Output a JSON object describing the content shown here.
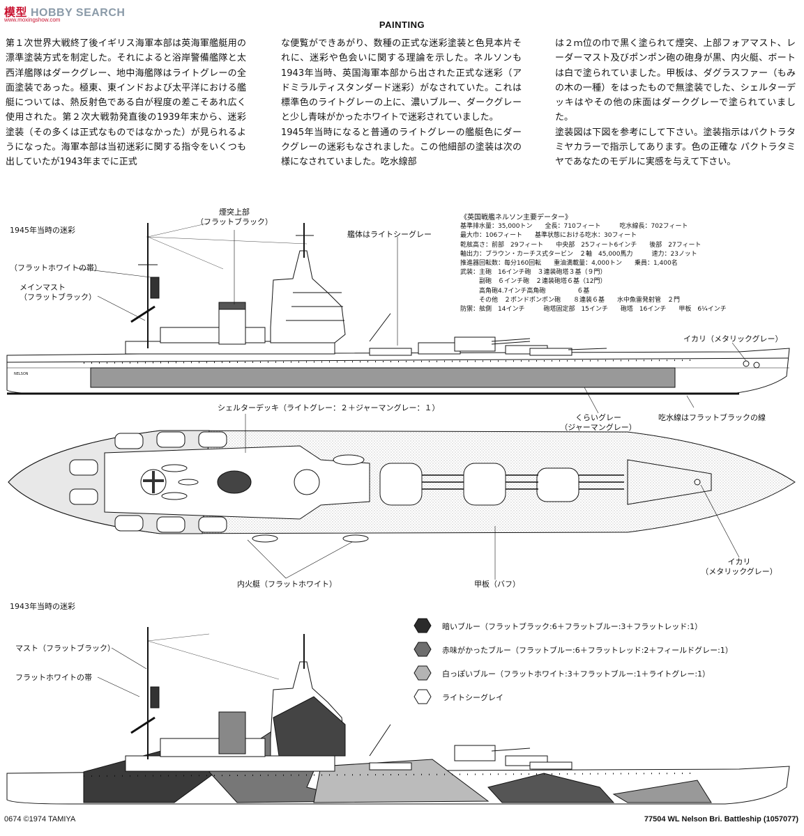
{
  "brand": {
    "cn": "模型",
    "en": "HOBBY SEARCH",
    "url": "www.moxingshow.com"
  },
  "header": {
    "title": "PAINTING"
  },
  "text_columns": [
    [
      "第１次世界大戦終了後イギリス海軍本部は英海軍艦艇用の漂準塗装方式を制定した。それによると浴岸警備艦隊と太西洋艦隊はダークグレー、地中海艦隊はライトグレーの全面塗装であった。極東、東インドおよび太平洋における艦艇については、熱反射色である白が程度の差こそあれ広く使用された。第２次大戦勃発直後の1939年末から、迷彩塗装（その多くは正式なものではなかった）が見られるようになった。海軍本部は当初迷彩に関する指令をいくつも出していたが1943年までに正式"
    ],
    [
      "な便覧ができあがり、数種の正式な迷彩塗装と色見本片それに、迷彩や色会いに関する理論を示した。ネルソンも1943年当時、英国海軍本部から出された正式な迷彩（アドミラルティスタンダード迷彩）がなされていた。これは標準色のライトグレーの上に、濃いブルー、ダークグレーと少し青味がかったホワイトで迷彩されていました。",
      "1945年当時になると普通のライトグレーの艦艇色にダークグレーの迷彩もなされました。この他細部の塗装は次の様になされていました。吃水線部"
    ],
    [
      "は２ｍ位の巾で黒く塗られて煙突、上部フォアマスト、レーダーマスト及びポンポン砲の砲身が黒、内火艇、ボートは白で塗られていました。甲板は、ダグラスファー（もみの木の一種）をはったもので無塗装でした、シェルターデッキはやその他の床面はダークグレーで塗られていました。",
      "塗装図は下図を参考にして下さい。塗装指示はパクトラタミヤカラーで指示してあります。色の正確な パクトラタミヤであなたのモデルに実感を与えて下さい。"
    ]
  ],
  "labels_1945": {
    "section": "1945年当時の迷彩",
    "funnel_1": "煙突上部",
    "funnel_2": "（フラットブラック）",
    "hull": "艦体はライトシーグレー",
    "white_band": "（フラットホワイトの帯）",
    "mainmast_1": "メインマスト",
    "mainmast_2": "（フラットブラック）",
    "anchor": "イカリ（メタリックグレー）",
    "dark_grey_1": "くらいグレー",
    "dark_grey_2": "（ジャーマングレー）",
    "waterline": "吃水線はフラットブラックの線"
  },
  "labels_plan": {
    "shelter_deck": "シェルターデッキ（ライトグレー：２＋ジャーマングレー：１）",
    "launch": "内火艇（フラットホワイト）",
    "deck": "甲板（バフ）",
    "anchor_1": "イカリ",
    "anchor_2": "（メタリックグレー）"
  },
  "specs": {
    "title": "《英国戦艦ネルソン主要データー》",
    "rows": [
      "基準排水量：35,000トン　　全長：710フィート　　　吃水線長：702フィート",
      "最大巾：106フィート　　基準状態における吃水：30フィート",
      "乾舷高さ：前部　29フィート　　中央部　25フィート6インチ　　後部　27フィート",
      "軸出力：ブラウン・カーチス式タービン　２軸　45,000馬力　　　速力：23ノット",
      "推進器回転数：毎分160回転　　重油満載量：4,000トン　　乗員：1,400名",
      "武装：主砲　16インチ砲　３連装砲塔３基（９門）",
      "　　　副砲　６インチ砲　２連装砲塔６基（12門）",
      "　　　高角砲4.7インチ高角砲　　　　　６基",
      "　　　その他　２ポンドポンポン砲　　８連装６基　　水中魚雷発射管　２門",
      "防禦：舷側　14インチ　　　砲塔固定部　15インチ　　砲塔　16インチ　　甲板　6¼インチ"
    ]
  },
  "labels_1943": {
    "section": "1943年当時の迷彩",
    "mast": "マスト（フラットブラック）",
    "white_band": "フラットホワイトの帯"
  },
  "legend": [
    {
      "label": "暗いブルー（フラットブラック:6＋フラットブルー:3＋フラットレッド:1）",
      "color": "#2b2b2b"
    },
    {
      "label": "赤味がかったブルー（フラットブルー:6＋フラットレッド:2＋フィールドグレー:1）",
      "color": "#6e6e6e"
    },
    {
      "label": "白っぽいブルー（フラットホワイト:3＋フラットブルー:1＋ライトグレー:1）",
      "color": "#b4b4b4"
    },
    {
      "label": "ライトシーグレイ",
      "color": "#ffffff"
    }
  ],
  "footer": {
    "left": "0674 ©1974 TAMIYA",
    "right": "77504  WL Nelson Bri. Battleship (1057077)"
  },
  "ship_stern_label": "NELSON"
}
